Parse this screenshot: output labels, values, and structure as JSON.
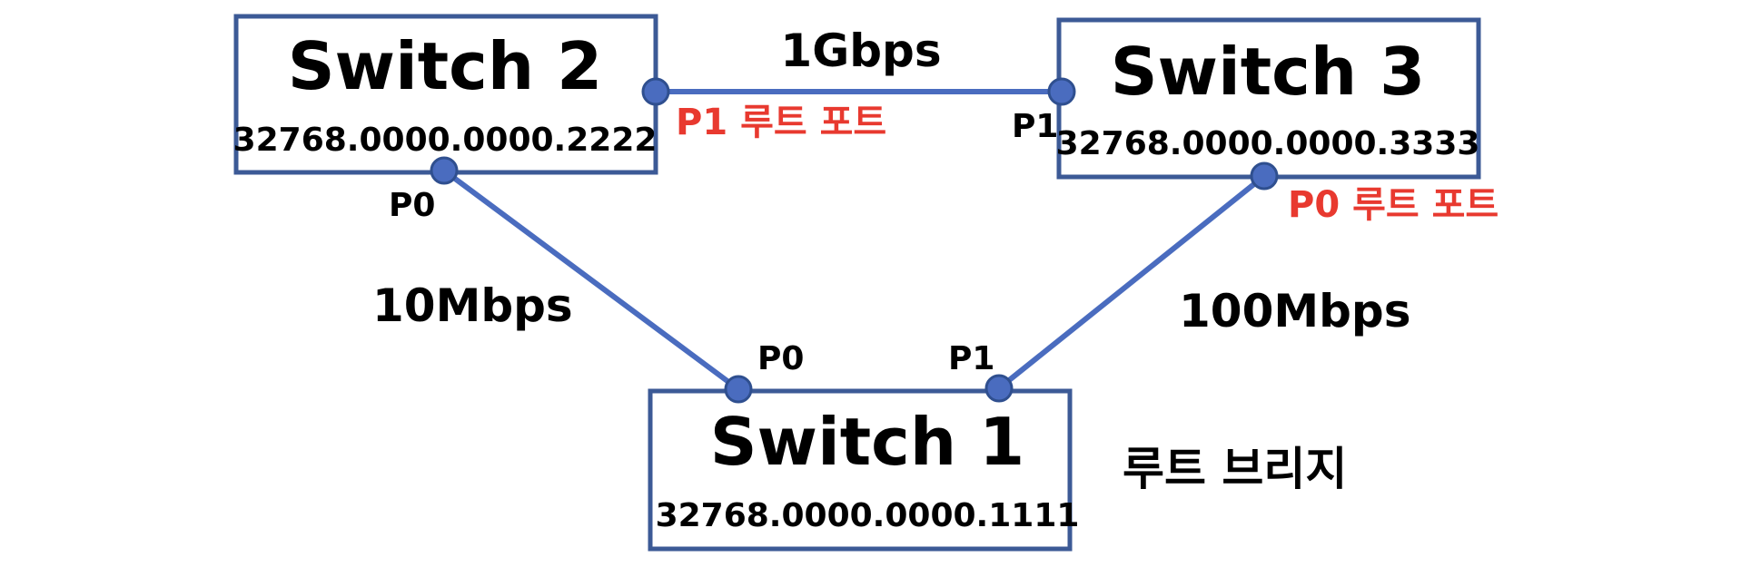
{
  "colors": {
    "box_border": "#3c5a96",
    "link": "#4a6cbf",
    "port": "#4a6cbf",
    "root_port_label": "#e8392f",
    "text": "#000000"
  },
  "switches": {
    "switch1": {
      "name": "Switch 1",
      "bridge_id": "32768.0000.0000.1111"
    },
    "switch2": {
      "name": "Switch 2",
      "bridge_id": "32768.0000.0000.2222"
    },
    "switch3": {
      "name": "Switch 3",
      "bridge_id": "32768.0000.0000.3333"
    }
  },
  "ports": {
    "s2_p0": "P0",
    "s3_p1": "P1",
    "s1_p0": "P0",
    "s1_p1": "P1"
  },
  "root_ports": {
    "switch2": "P1 루트 포트",
    "switch3": "P0 루트 포트"
  },
  "links": {
    "s2_s3": "1Gbps",
    "s2_s1": "10Mbps",
    "s3_s1": "100Mbps"
  },
  "root_bridge_label": "루트 브리지"
}
